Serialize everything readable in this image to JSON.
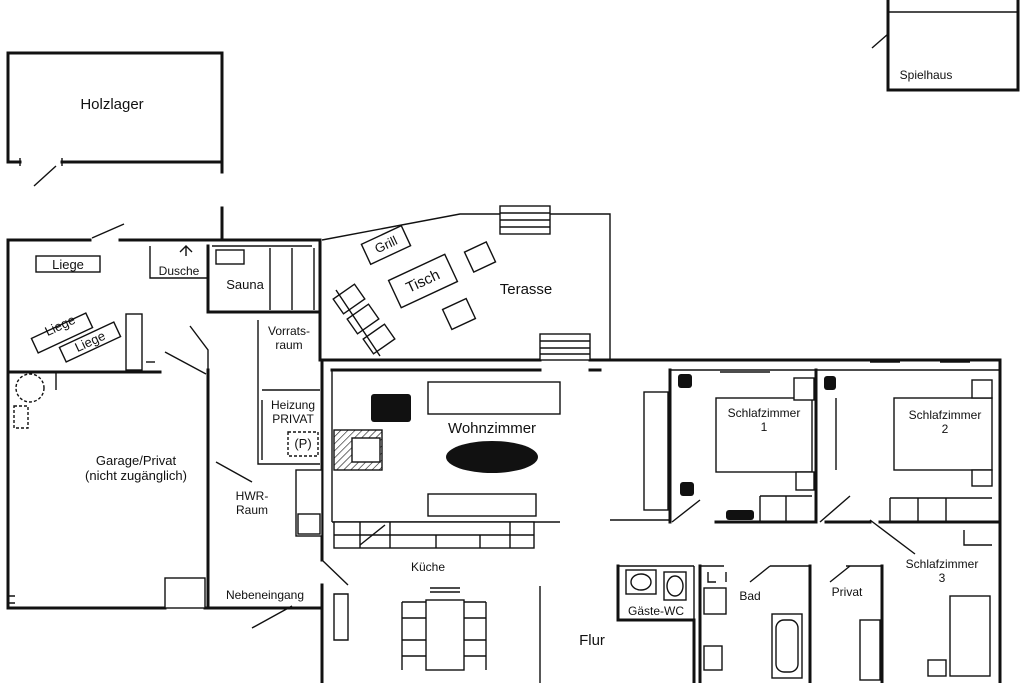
{
  "rooms": {
    "holzlager": "Holzlager",
    "spielhaus": "Spielhaus",
    "liege_1": "Liege",
    "liege_2": "Liege",
    "liege_3": "Liege",
    "dusche": "Dusche",
    "sauna": "Sauna",
    "grill": "Grill",
    "tisch": "Tisch",
    "terasse": "Terasse",
    "vorratsraum": "Vorrats-\nraum",
    "heizung": "Heizung\nPRIVAT",
    "parking": "(P)",
    "wohnzimmer": "Wohnzimmer",
    "schlafzimmer_1": "Schlafzimmer\n1",
    "schlafzimmer_2": "Schlafzimmer\n2",
    "garage": "Garage/Privat\n(nicht zugänglich)",
    "hwr_raum": "HWR-\nRaum",
    "schlafzimmer_3": "Schlafzimmer\n3",
    "kueche": "Küche",
    "nebeneingang": "Nebeneingang",
    "gaeste_wc": "Gäste-WC",
    "bad": "Bad",
    "privat": "Privat",
    "flur": "Flur"
  }
}
